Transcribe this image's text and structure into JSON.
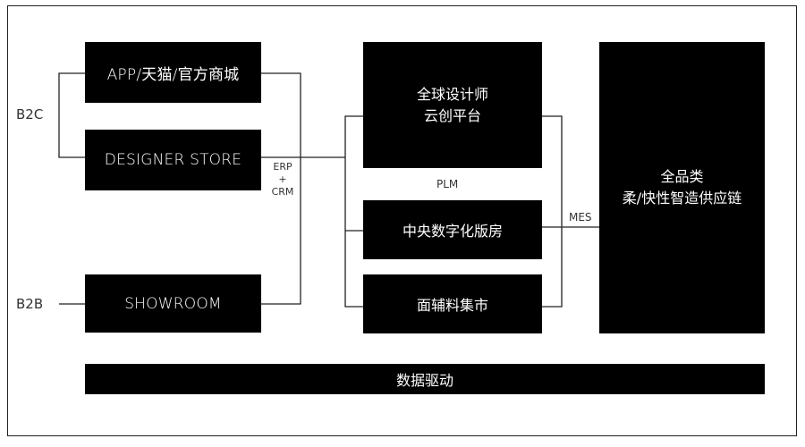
{
  "labels": {
    "b2c": "B2C",
    "b2b": "B2B",
    "erp": "ERP",
    "plus": "+",
    "crm": "CRM",
    "plm": "PLM",
    "mes": "MES"
  },
  "channels": {
    "app": "APP/天猫/官方商城",
    "designer_store": "DESIGNER STORE",
    "showroom": "SHOWROOM"
  },
  "platforms": {
    "cloud_line1": "全球设计师",
    "cloud_line2": "云创平台",
    "sample_room": "中央数字化版房",
    "materials_market": "面辅料集市"
  },
  "supply_chain": {
    "line1": "全品类",
    "line2": "柔/快性智造供应链"
  },
  "footer": {
    "data_driven": "数据驱动"
  }
}
